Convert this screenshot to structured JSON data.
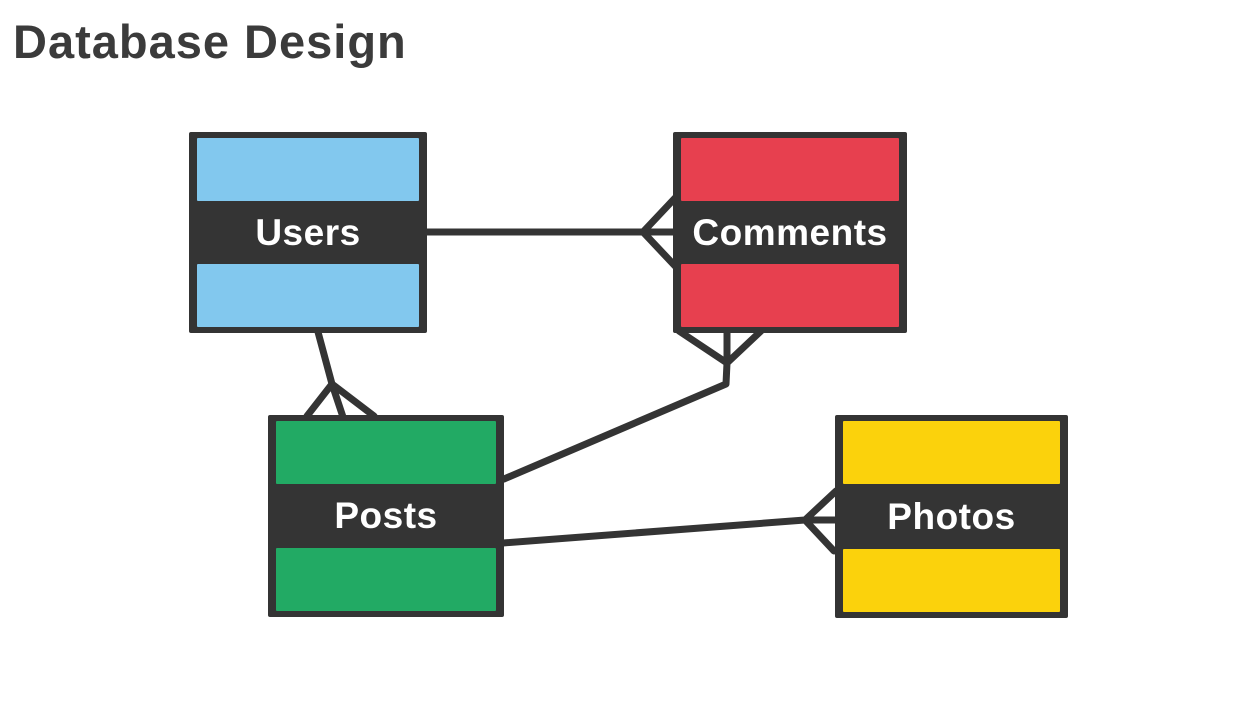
{
  "title": "Database Design",
  "diagram": {
    "type": "entity-relationship",
    "notation": "crows-foot",
    "entities": [
      {
        "id": "users",
        "label": "Users",
        "color": "#82C8EE"
      },
      {
        "id": "comments",
        "label": "Comments",
        "color": "#E7404F"
      },
      {
        "id": "posts",
        "label": "Posts",
        "color": "#22AA64"
      },
      {
        "id": "photos",
        "label": "Photos",
        "color": "#FBD20C"
      }
    ],
    "relationships": [
      {
        "from": "users",
        "to": "comments",
        "type": "one-to-many",
        "many_end": "comments"
      },
      {
        "from": "users",
        "to": "posts",
        "type": "one-to-many",
        "many_end": "posts"
      },
      {
        "from": "posts",
        "to": "comments",
        "type": "one-to-many",
        "many_end": "comments"
      },
      {
        "from": "posts",
        "to": "photos",
        "type": "one-to-many",
        "many_end": "photos"
      }
    ]
  },
  "colors": {
    "background": "#ffffff",
    "frame": "#343434",
    "connector": "#343434",
    "title_text": "#3B3B3B",
    "label_text": "#ffffff"
  }
}
